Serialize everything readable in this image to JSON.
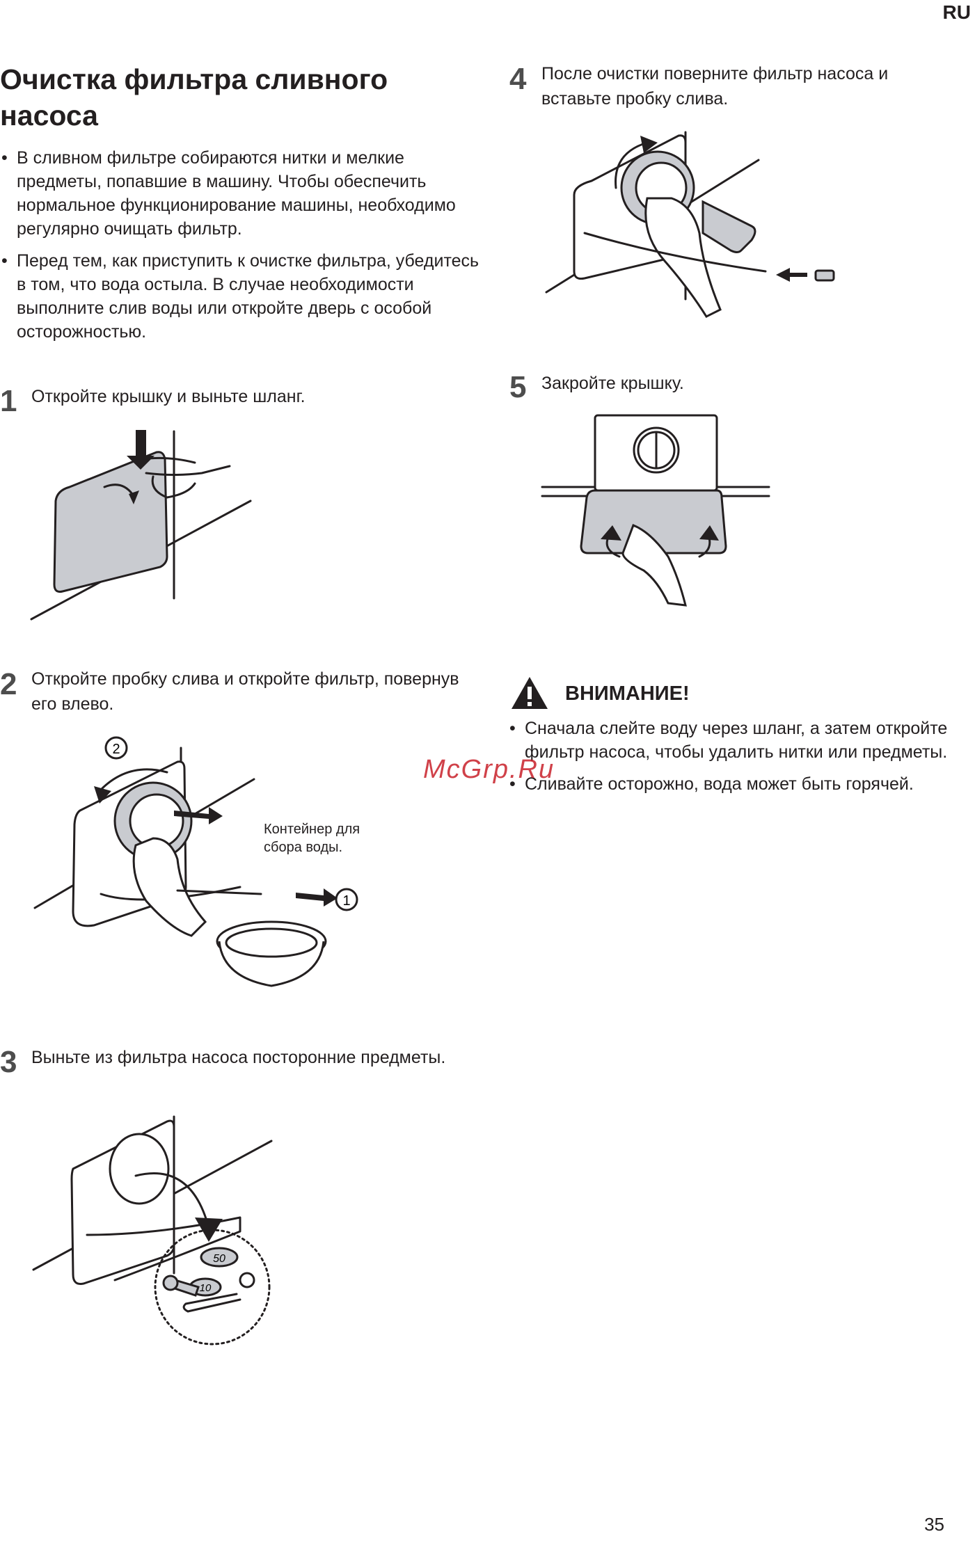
{
  "page": {
    "lang": "RU",
    "number": "35",
    "watermark": "McGrp.Ru"
  },
  "title": "Очистка фильтра сливного насоса",
  "intro": [
    "В сливном фильтре собираются нитки и мелкие предметы, попавшие в машину. Чтобы обеспечить нормальное функционирование машины, необходимо регулярно очищать фильтр.",
    "Перед тем, как приступить к очистке фильтра, убедитесь в том, что вода остыла. В случае необходимости выполните слив воды или откройте дверь с особой осторожностью."
  ],
  "steps": [
    {
      "num": "1",
      "text": "Откройте крышку и выньте шланг."
    },
    {
      "num": "2",
      "text": "Откройте пробку слива и откройте фильтр, повернув его влево.",
      "callout_1": "1",
      "callout_2": "2",
      "caption": "Контейнер для сбора воды."
    },
    {
      "num": "3",
      "text": "Выньте из фильтра насоса посторонние предметы.",
      "coin_50": "50",
      "coin_10": "10"
    },
    {
      "num": "4",
      "text": "После очистки поверните фильтр насоса и вставьте пробку слива."
    },
    {
      "num": "5",
      "text": "Закройте крышку."
    }
  ],
  "caution": {
    "title": "ВНИМАНИЕ!",
    "items": [
      "Сначала слейте воду через шланг, а затем откройте фильтр насоса, чтобы удалить нитки или предметы.",
      "Сливайте осторожно, вода может быть горячей."
    ]
  }
}
